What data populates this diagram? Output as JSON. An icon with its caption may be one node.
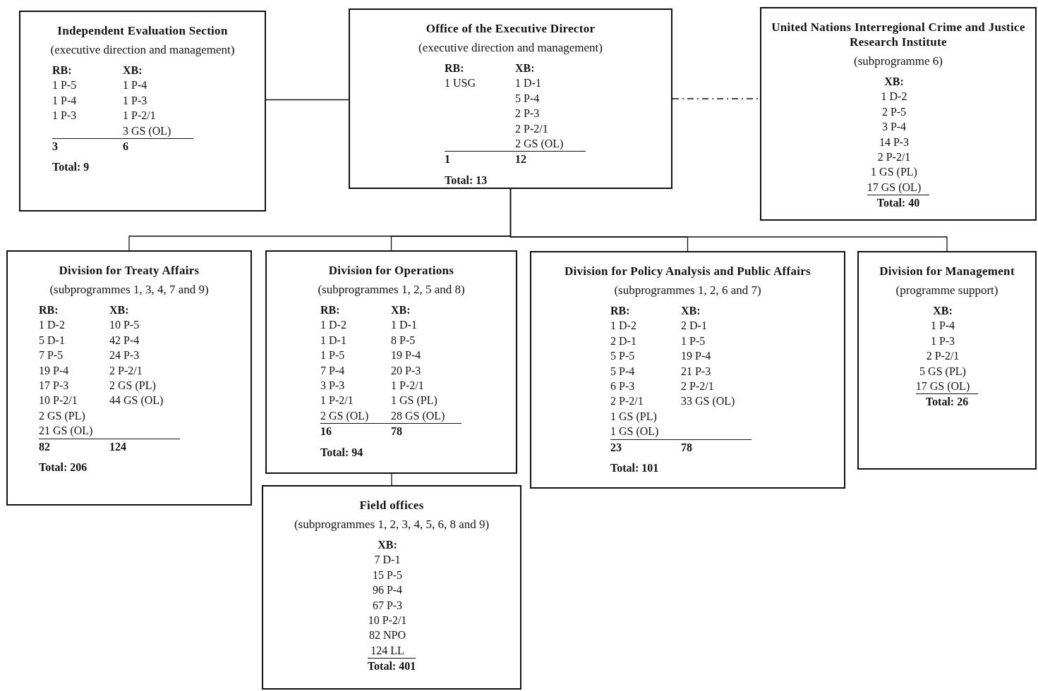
{
  "diagram": {
    "nodes": [
      {
        "text": [
          "Independent Evaluation Section",
          "(executive direction and management)",
          "RB:",
          "1 P-5",
          "1 P-4",
          "1 P-3",
          "3",
          "XB:",
          "1 P-4",
          "1 P-3",
          "1 P-2/1",
          "3 GS (OL)",
          "6",
          "Total: 9"
        ]
      },
      {
        "text": [
          "Office of the Executive Director",
          "(executive direction and management)",
          "RB:",
          "1 USG",
          "1",
          "XB:",
          "1 D-1",
          "5 P-4",
          "2 P-3",
          "2 P-2/1",
          "2 GS (OL)",
          "12",
          "Total: 13"
        ]
      },
      {
        "text": [
          "United Nations Interregional Crime and Justice Research Institute",
          "(subprogramme 6)",
          "XB:",
          "1 D-2",
          "2 P-5",
          "3 P-4",
          "14 P-3",
          "2 P-2/1",
          "1 GS (PL)",
          "17 GS (OL)",
          "Total: 40"
        ]
      },
      {
        "text": [
          "Division for Treaty Affairs",
          "(subprogrammes 1, 3, 4, 7 and 9)",
          "RB:",
          "1 D-2",
          "5 D-1",
          "7 P-5",
          "19 P-4",
          "17 P-3",
          "10 P-2/1",
          "2 GS (PL)",
          "21 GS (OL)",
          "82",
          "XB:",
          "10 P-5",
          "42 P-4",
          "24 P-3",
          "2 P-2/1",
          "2 GS (PL)",
          "44 GS (OL)",
          "124",
          "Total: 206"
        ]
      },
      {
        "text": [
          "Division for Operations",
          "(subprogrammes 1, 2, 5 and 8)",
          "RB:",
          "1 D-2",
          "1 D-1",
          "1 P-5",
          "7 P-4",
          "3 P-3",
          "1 P-2/1",
          "2 GS (OL)",
          "16",
          "XB:",
          "1 D-1",
          "8 P-5",
          "19 P-4",
          "20 P-3",
          "1 P-2/1",
          "1 GS (PL)",
          "28 GS (OL)",
          "78",
          "Total: 94"
        ]
      },
      {
        "text": [
          "Division for Policy Analysis and Public Affairs",
          "(subprogrammes 1, 2, 6 and 7)",
          "RB:",
          "1 D-2",
          "2 D-1",
          "5 P-5",
          "5 P-4",
          "6 P-3",
          "2 P-2/1",
          "1 GS (PL)",
          "1 GS (OL)",
          "23",
          "XB:",
          "2 D-1",
          "1 P-5",
          "19 P-4",
          "21 P-3",
          "2 P-2/1",
          "33 GS (OL)",
          "78",
          "Total: 101"
        ]
      },
      {
        "text": [
          "Division for Management",
          "(programme support)",
          "XB:",
          "1 P-4",
          "1 P-3",
          "2 P-2/1",
          "5 GS (PL)",
          "17 GS (OL)",
          "Total: 26"
        ]
      },
      {
        "text": [
          "Field offices",
          "(subprogrammes 1, 2, 3, 4, 5, 6, 8 and 9)",
          "XB:",
          "7 D-1",
          "15 P-5",
          "96 P-4",
          "67 P-3",
          "10 P-2/1",
          "82 NPO",
          "124 LL",
          "Total: 401"
        ]
      }
    ],
    "edges": [
      {
        "from": 1,
        "to": 0,
        "arrow": "none"
      },
      {
        "from": 1,
        "to": 2,
        "arrow": "none",
        "style": "dashed"
      },
      {
        "from": 1,
        "to": 3,
        "arrow": "none"
      },
      {
        "from": 1,
        "to": 4,
        "arrow": "none"
      },
      {
        "from": 1,
        "to": 5,
        "arrow": "none"
      },
      {
        "from": 1,
        "to": 6,
        "arrow": "none"
      },
      {
        "from": 4,
        "to": 7,
        "arrow": "none"
      }
    ]
  }
}
